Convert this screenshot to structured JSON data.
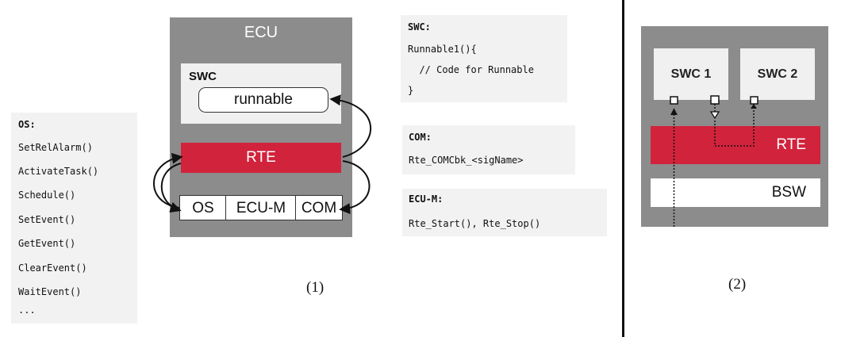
{
  "os_box": {
    "title": "OS:",
    "items": [
      "SetRelAlarm()",
      "ActivateTask()",
      "Schedule()",
      "SetEvent()",
      "GetEvent()",
      "ClearEvent()",
      "WaitEvent()",
      "..."
    ]
  },
  "ecu": {
    "title": "ECU",
    "swc_label": "SWC",
    "runnable_label": "runnable",
    "rte_label": "RTE",
    "basic_modules": [
      "OS",
      "ECU-M",
      "COM"
    ]
  },
  "swc_code": {
    "lines": [
      "SWC:",
      "Runnable1(){",
      "  // Code for Runnable",
      "}"
    ]
  },
  "com_code": {
    "lines": [
      "COM:",
      "Rte_COMCbk_<sigName>"
    ]
  },
  "ecum_code": {
    "lines": [
      "ECU-M:",
      "Rte_Start(), Rte_Stop()"
    ]
  },
  "panel1_label": "(1)",
  "panel2": {
    "swc1": "SWC 1",
    "swc2": "SWC 2",
    "rte": "RTE",
    "bsw": "BSW",
    "label": "(2)"
  },
  "colors": {
    "rte_red": "#d2233c",
    "ecu_gray": "#8c8c8c",
    "code_bg": "#f2f2f2"
  }
}
